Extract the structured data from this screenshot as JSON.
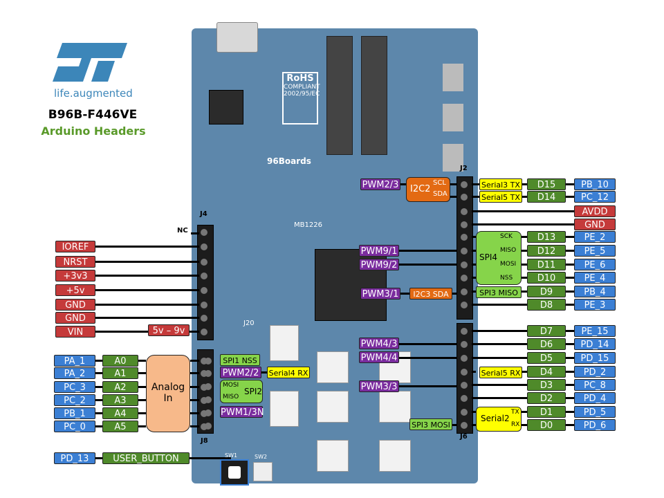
{
  "brand": {
    "logo_text": "ST",
    "tagline": "life.augmented",
    "board_name": "B96B-F446VE",
    "subtitle": "Arduino Headers"
  },
  "headers": {
    "j2": "J2",
    "j4": "J4",
    "j6": "J6",
    "j8": "J8",
    "nc": "NC"
  },
  "colors": {
    "blue": "#3b7fd4",
    "green": "#4f8a2a",
    "red": "#c53a3a",
    "purple": "#7a2c9e",
    "orange": "#e36a13",
    "yellow": "#ffff00",
    "light_green": "#86d44a",
    "peach": "#f7b98a",
    "board": "#5d87ab"
  },
  "left_power": [
    "IOREF",
    "NRST",
    "+3v3",
    "+5v",
    "GND",
    "GND",
    "VIN"
  ],
  "vin_note": "5v – 9v",
  "left_analog": [
    {
      "port": "PA_1",
      "pin": "A0"
    },
    {
      "port": "PA_2",
      "pin": "A1"
    },
    {
      "port": "PC_3",
      "pin": "A2"
    },
    {
      "port": "PC_2",
      "pin": "A3"
    },
    {
      "port": "PB_1",
      "pin": "A4"
    },
    {
      "port": "PC_0",
      "pin": "A5"
    }
  ],
  "analog_block": {
    "line1": "Analog",
    "line2": "In"
  },
  "j8_functions": {
    "spi1_nss": "SPI1 NSS",
    "pwm2_2": "PWM2/2",
    "serial4_rx": "Serial4 RX",
    "mosi": "MOSI",
    "miso": "MISO",
    "spi2": "SPI2",
    "pwm1_3n": "PWM1/3N"
  },
  "user_button": {
    "port": "PD_13",
    "label": "USER_BUTTON"
  },
  "right_top": [
    {
      "pin": "D15",
      "port": "PB_10"
    },
    {
      "pin": "D14",
      "port": "PC_12"
    }
  ],
  "right_power": [
    "AVDD",
    "GND"
  ],
  "right_spi": [
    {
      "pin": "D13",
      "port": "PE_2"
    },
    {
      "pin": "D12",
      "port": "PE_5"
    },
    {
      "pin": "D11",
      "port": "PE_6"
    },
    {
      "pin": "D10",
      "port": "PE_4"
    },
    {
      "pin": "D9",
      "port": "PB_4"
    },
    {
      "pin": "D8",
      "port": "PE_3"
    }
  ],
  "right_low": [
    {
      "pin": "D7",
      "port": "PE_15"
    },
    {
      "pin": "D6",
      "port": "PD_14"
    },
    {
      "pin": "D5",
      "port": "PD_15"
    },
    {
      "pin": "D4",
      "port": "PD_2"
    },
    {
      "pin": "D3",
      "port": "PC_8"
    },
    {
      "pin": "D2",
      "port": "PD_4"
    },
    {
      "pin": "D1",
      "port": "PD_5"
    },
    {
      "pin": "D0",
      "port": "PD_6"
    }
  ],
  "j2_functions": {
    "pwm2_3": "PWM2/3",
    "i2c2": "I2C2",
    "scl": "SCL",
    "sda": "SDA",
    "serial3_tx": "Serial3 TX",
    "serial5_tx": "Serial5 TX",
    "pwm9_1": "PWM9/1",
    "pwm9_2": "PWM9/2",
    "spi4": "SPI4",
    "sck": "SCK",
    "miso": "MISO",
    "mosi": "MOSI",
    "nss": "NSS",
    "pwm3_1": "PWM3/1",
    "i2c3_sda": "I2C3 SDA",
    "spi3_miso": "SPI3 MISO"
  },
  "j6_functions": {
    "pwm4_3": "PWM4/3",
    "pwm4_4": "PWM4/4",
    "serial5_rx": "Serial5 RX",
    "pwm3_3": "PWM3/3",
    "serial2": "Serial2",
    "tx": "TX",
    "rx": "RX",
    "spi3_mosi": "SPI3 MOSI"
  },
  "board_silk": {
    "rohs": "RoHS",
    "compliant": "COMPLIANT",
    "directive": "2002/95/EC",
    "boards": "96Boards",
    "model": "MB1226",
    "sw1": "SW1",
    "sw2": "SW2",
    "j20": "J20"
  }
}
